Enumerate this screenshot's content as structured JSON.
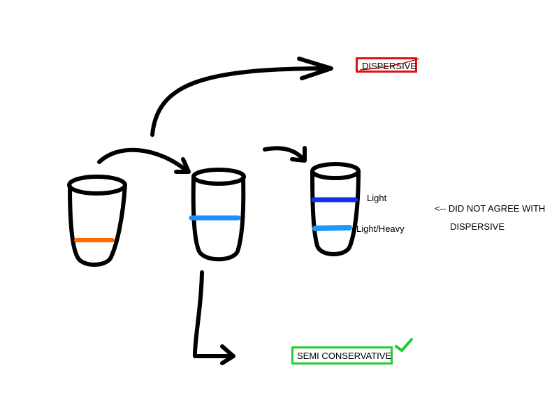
{
  "labels": {
    "dispersive": "DISPERSIVE",
    "semi_conservative": "SEMI CONSERVATIVE",
    "light": "Light",
    "light_heavy": "Light/Heavy",
    "note_line1": "<-- DID NOT AGREE WITH",
    "note_line2": "DISPERSIVE"
  },
  "colors": {
    "stroke": "#000000",
    "orange_band": "#ff6a00",
    "light_blue_band": "#1a8fff",
    "dark_blue_band": "#1030e8",
    "mid_blue_band": "#1a98ff",
    "rejected_box": "#e01010",
    "accepted_box": "#22cc33",
    "checkmark": "#22cc33"
  },
  "icons": {
    "checkmark": "check-icon",
    "crossout": "strikethrough-line"
  }
}
